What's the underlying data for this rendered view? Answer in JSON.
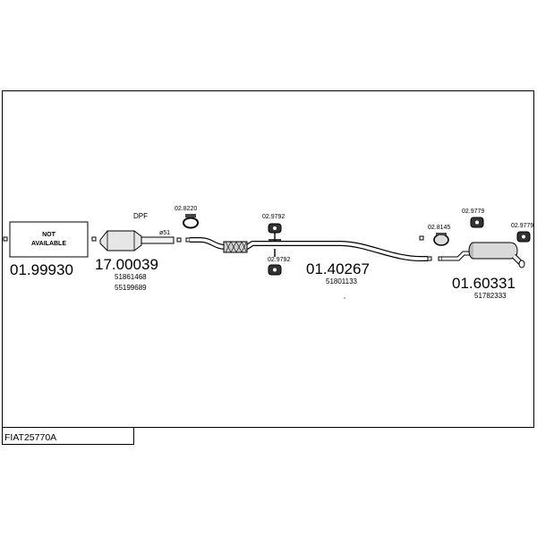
{
  "diagram": {
    "title_code": "FIAT25770A",
    "parts": {
      "front_pipe": {
        "number": "01.99930",
        "note_line1": "NOT",
        "note_line2": "AVAILABLE"
      },
      "dpf": {
        "label": "DPF",
        "number": "17.00039",
        "oe1": "51861468",
        "oe2": "55199689",
        "dimension": "ø51"
      },
      "clamp": {
        "number": "02.8220"
      },
      "middle_pipe": {
        "number": "01.40267",
        "oe": "51801133"
      },
      "rubber_mount_top": {
        "number": "02.9792"
      },
      "rubber_mount_bottom": {
        "number": "02.9792"
      },
      "rear_clamp": {
        "number": "02.8145"
      },
      "rear_mount_1": {
        "number": "02.9779"
      },
      "rear_mount_2": {
        "number": "02.9779"
      },
      "rear_silencer": {
        "number": "01.60331",
        "oe": "51782333"
      }
    }
  }
}
